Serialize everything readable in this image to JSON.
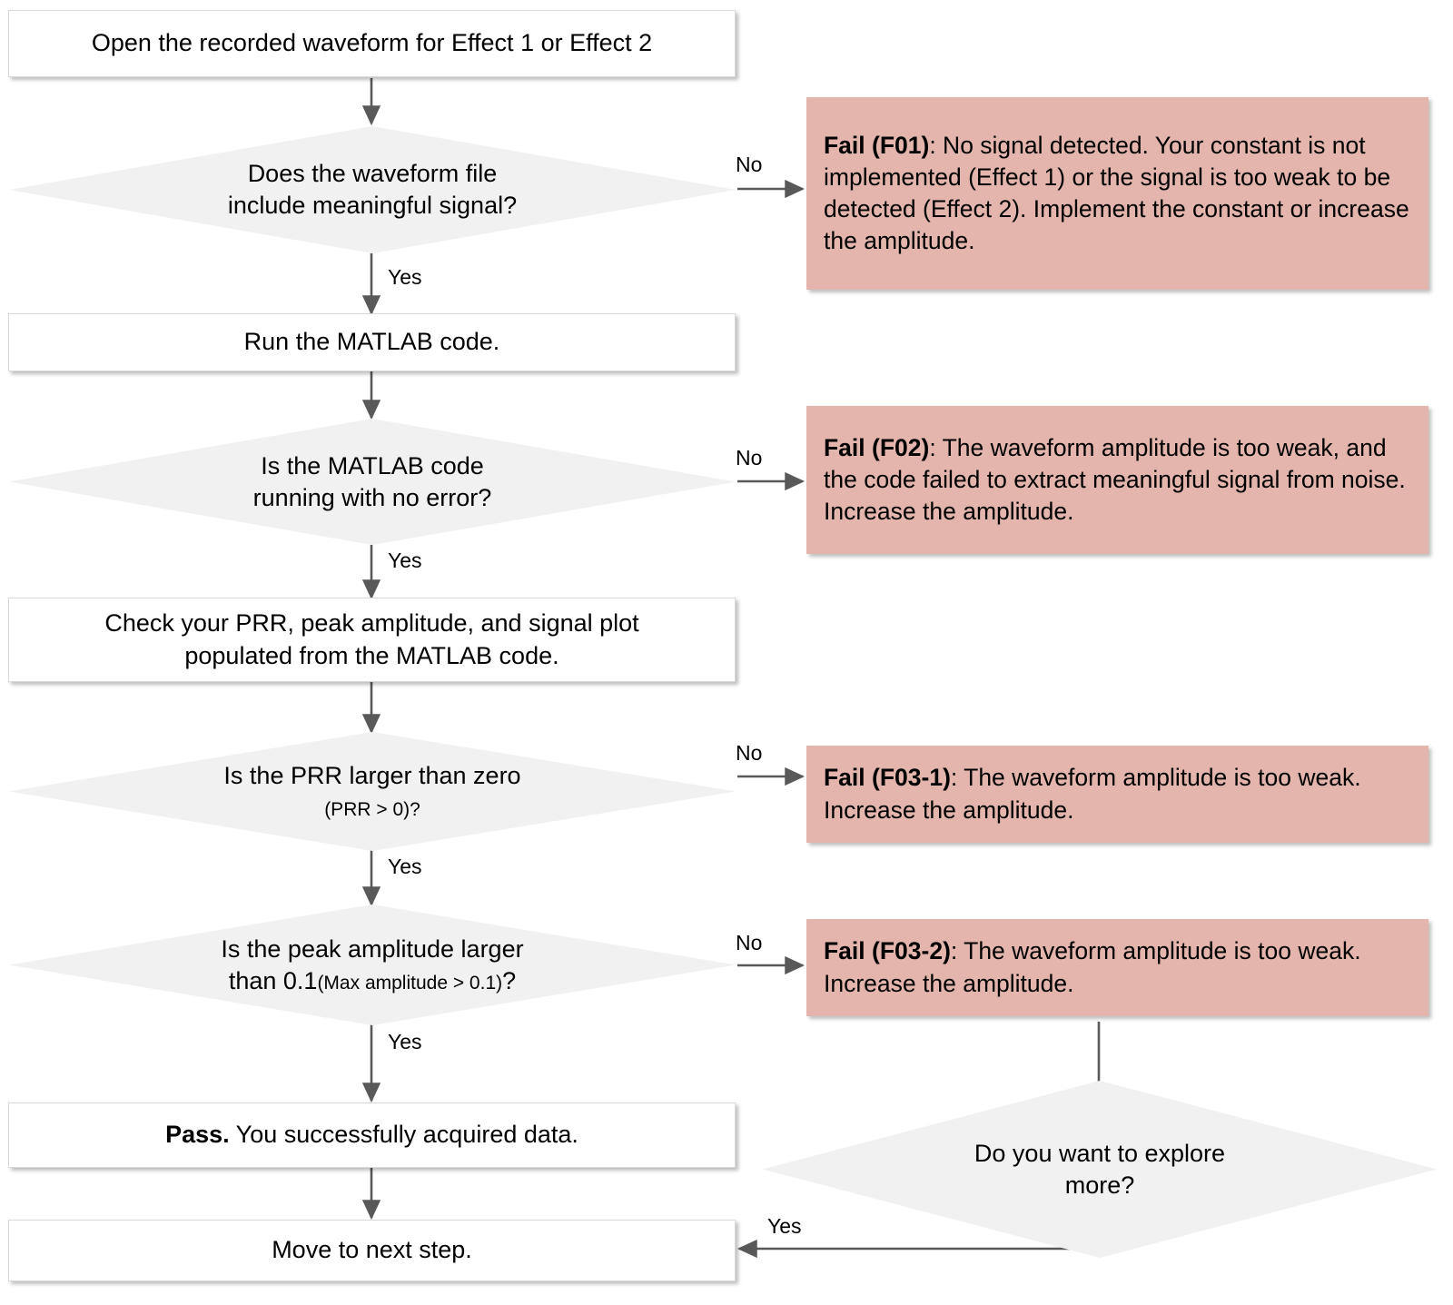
{
  "diagram": {
    "title": "Waveform data-acquisition troubleshooting flowchart",
    "colors": {
      "process_fill": "#FFFFFF",
      "decision_fill": "#F1F1F1",
      "fail_fill": "#E4B5AC",
      "connector": "#595959",
      "text": "#000000"
    }
  },
  "nodes": {
    "start": {
      "label": "Open the recorded waveform for Effect 1 or Effect 2"
    },
    "d1": {
      "line1": "Does the waveform file",
      "line2": "include meaningful signal?"
    },
    "run_matlab": {
      "label": "Run the MATLAB code."
    },
    "d2": {
      "line1": "Is the MATLAB code",
      "line2": "running with no error?"
    },
    "check": {
      "line1": "Check your PRR, peak amplitude, and signal plot",
      "line2": "populated from the MATLAB code."
    },
    "d3": {
      "line1": "Is the PRR  larger than zero",
      "line2": "(PRR > 0)?"
    },
    "d4": {
      "line1": "Is the peak amplitude larger",
      "line2_main": "than 0.1",
      "line2_sub": "(Max amplitude > 0.1)",
      "line2_end": "?"
    },
    "pass": {
      "bold": "Pass.",
      "rest": " You successfully acquired data."
    },
    "next_step": {
      "label": "Move to next step."
    },
    "d5": {
      "line1": "Do you want to explore",
      "line2": "more?"
    },
    "f01": {
      "bold": "Fail (F01)",
      "rest": ": No signal detected. Your constant is not implemented (Effect 1) or the signal is too weak to be detected (Effect 2). Implement the constant or increase the amplitude."
    },
    "f02": {
      "bold": "Fail (F02)",
      "rest": ": The waveform amplitude is too weak, and the code failed to extract meaningful signal from noise. Increase the amplitude."
    },
    "f03_1": {
      "bold": "Fail (F03-1)",
      "rest": ": The waveform amplitude is too weak. Increase the amplitude."
    },
    "f03_2": {
      "bold": "Fail (F03-2)",
      "rest": ": The waveform amplitude is too weak. Increase the amplitude."
    }
  },
  "edge_labels": {
    "d1_no": "No",
    "d1_yes": "Yes",
    "d2_no": "No",
    "d2_yes": "Yes",
    "d3_no": "No",
    "d3_yes": "Yes",
    "d4_no": "No",
    "d4_yes": "Yes",
    "d5_yes": "Yes"
  }
}
